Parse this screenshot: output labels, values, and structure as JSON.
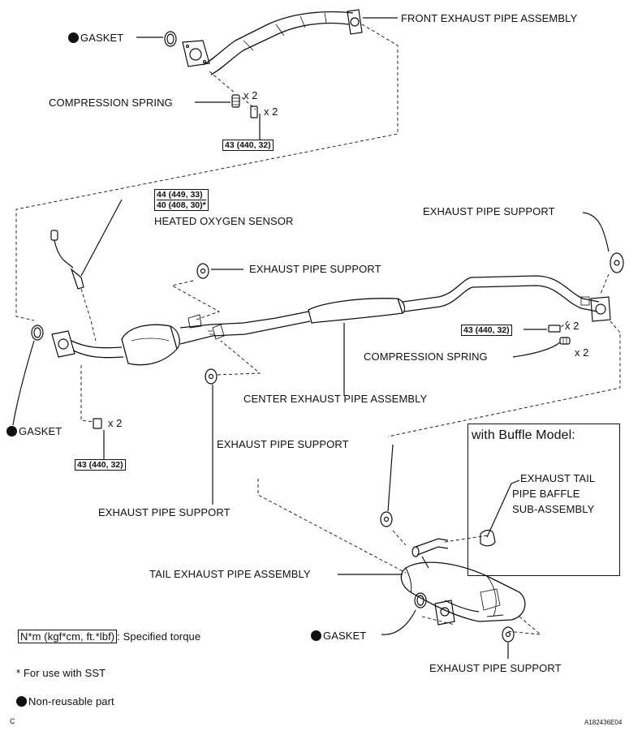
{
  "labels": {
    "front_exhaust_pipe_assembly": "FRONT EXHAUST PIPE ASSEMBLY",
    "gasket_top": "GASKET",
    "compression_spring_top": "COMPRESSION SPRING",
    "mult_top_spring": "x 2",
    "mult_top_bolt": "x 2",
    "torque_top": "43 (440, 32)",
    "torque_sensor_1": "44 (449, 33)",
    "torque_sensor_2": "40 (408, 30)*",
    "heated_oxygen_sensor": "HEATED OXYGEN SENSOR",
    "exhaust_pipe_support_right_top": "EXHAUST PIPE SUPPORT",
    "exhaust_pipe_support_center": "EXHAUST PIPE SUPPORT",
    "torque_right": "43 (440, 32)",
    "mult_right_bolt": "x 2",
    "compression_spring_right": "COMPRESSION SPRING",
    "mult_right_spring": "x 2",
    "center_exhaust_pipe_assembly": "CENTER EXHAUST PIPE ASSEMBLY",
    "gasket_left": "GASKET",
    "mult_left_bolt": "x 2",
    "torque_left": "43 (440, 32)",
    "exhaust_pipe_support_mid": "EXHAUST PIPE SUPPORT",
    "exhaust_pipe_support_lower_left": "EXHAUST PIPE SUPPORT",
    "with_buffle_model": "with Buffle Model:",
    "exhaust_tail_pipe_baffle_line1": "EXHAUST TAIL",
    "exhaust_tail_pipe_baffle_line2": "PIPE BAFFLE",
    "exhaust_tail_pipe_baffle_line3": "SUB-ASSEMBLY",
    "tail_exhaust_pipe_assembly": "TAIL EXHAUST PIPE ASSEMBLY",
    "gasket_bottom": "GASKET",
    "exhaust_pipe_support_bottom": "EXHAUST PIPE SUPPORT"
  },
  "legend": {
    "torque_unit": "N*m (kgf*cm, ft.*lbf)",
    "torque_desc": ": Specified torque",
    "sst_note": "* For use with SST",
    "non_reusable": "Non-reusable part"
  },
  "footer": {
    "corner_letter": "C",
    "figure_code": "A182436E04"
  }
}
